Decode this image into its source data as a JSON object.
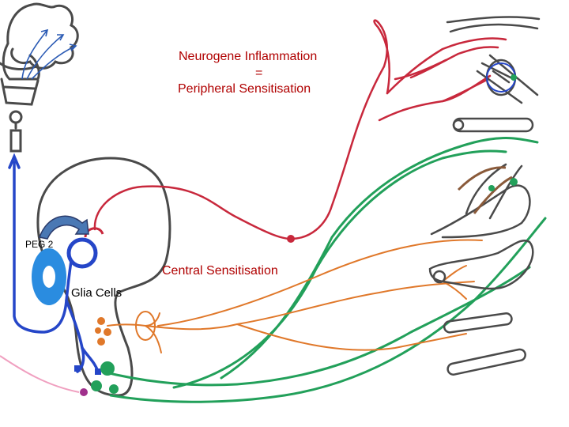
{
  "labels": {
    "neurogenic_line1": "Neurogene Inflammation",
    "neurogenic_eq": "=",
    "neurogenic_line2": "Peripheral  Sensitisation",
    "central": "Central Sensitisation",
    "peg2": "PEG 2",
    "glia": "Glia Cells"
  },
  "colors": {
    "red_nerve": "#c8283c",
    "blue_nerve": "#2546c8",
    "green_nerve": "#22a05a",
    "orange_nerve": "#e0782a",
    "gray_outline": "#4a4a4a",
    "glia_blue": "#2a8ce0",
    "peg_arrow": "#4a78b4"
  }
}
